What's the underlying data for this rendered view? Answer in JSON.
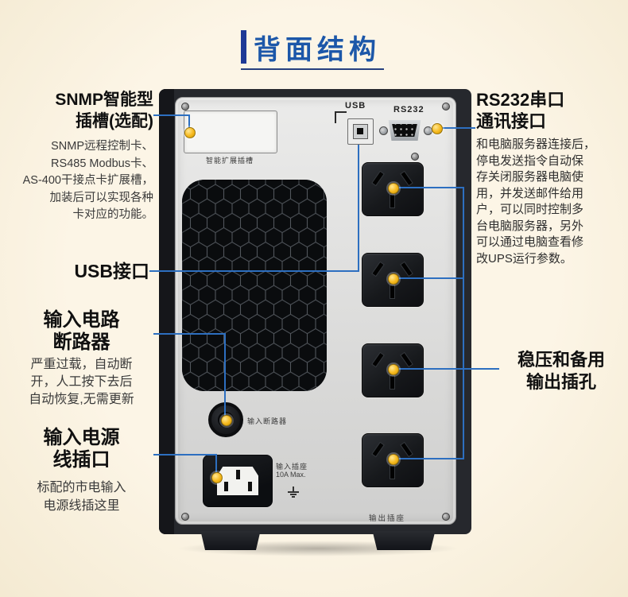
{
  "title": {
    "text": "背面结构"
  },
  "colors": {
    "background": "#fbf3e2",
    "title_blue": "#1c57a9",
    "title_bar_navy": "#1e3a96",
    "connector_blue": "#2d6fc0",
    "marker_yellow": "#f6b81c",
    "device_dark": "#26282d",
    "panel_gray": "#dcdcdb"
  },
  "annotations": {
    "snmp": {
      "title1": "SNMP智能型",
      "title2": "插槽(选配)",
      "desc1": "SNMP远程控制卡、",
      "desc2": "RS485 Modbus卡、",
      "desc3": "AS-400干接点卡扩展槽，",
      "desc4": "加装后可以实现各种",
      "desc5": "卡对应的功能。"
    },
    "usb": {
      "title1": "USB接口"
    },
    "breaker": {
      "title1": "输入电路",
      "title2": "断路器",
      "desc1": "严重过载，自动断",
      "desc2": "开，人工按下去后",
      "desc3": "自动恢复,无需更新"
    },
    "inlet": {
      "title1": "输入电源",
      "title2": "线插口",
      "desc1": "标配的市电输入",
      "desc2": "电源线插这里"
    },
    "rs232": {
      "title1": "RS232串口",
      "title2": "通讯接口",
      "desc1": "和电脑服务器连接后，",
      "desc2": "停电发送指令自动保",
      "desc3": "存关闭服务器电脑使",
      "desc4": "用，并发送邮件给用",
      "desc5": "户，可以同时控制多",
      "desc6": "台电脑服务器，另外",
      "desc7": "可以通过电脑查看修",
      "desc8": "改UPS运行参数。"
    },
    "output": {
      "title1": "稳压和备用",
      "title2": "输出插孔"
    }
  },
  "device": {
    "usb_label": "USB",
    "rs232_label": "RS232",
    "slot_label": "智能扩展插槽",
    "breaker_label": "输入断路器",
    "inlet_label1": "输入插座",
    "inlet_label2": "10A Max.",
    "output_label": "输出插座"
  }
}
